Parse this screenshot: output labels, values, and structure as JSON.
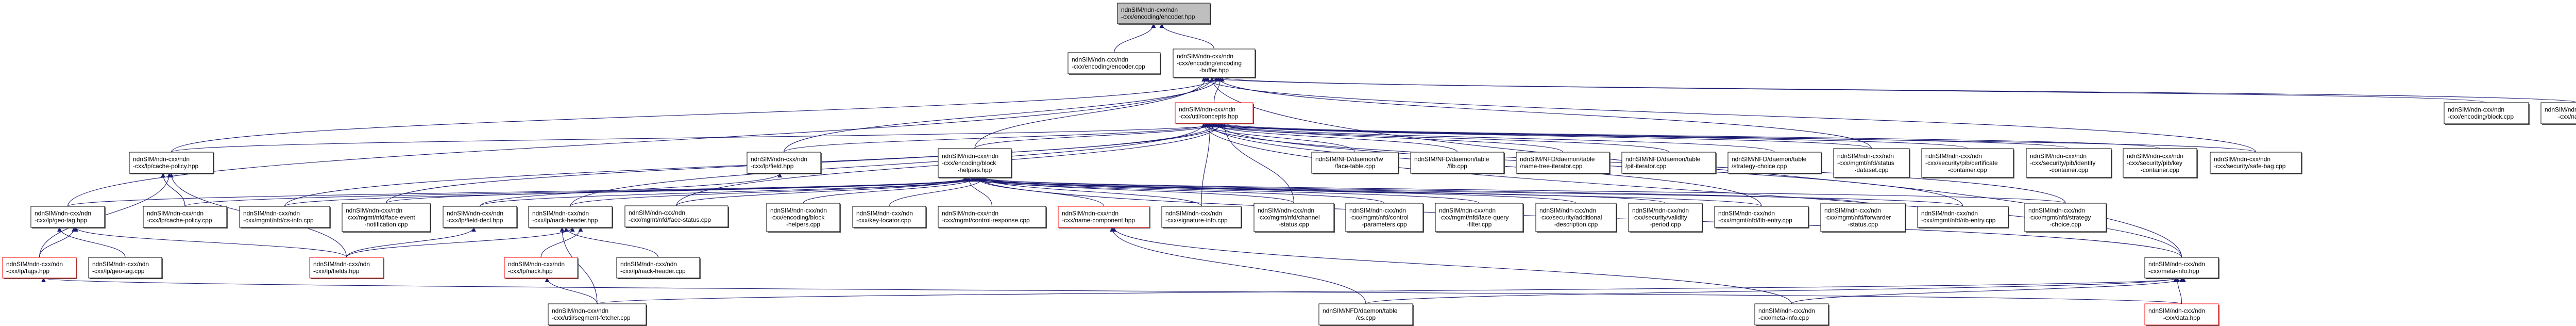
{
  "graph": {
    "edge_color": "#191970",
    "root_fill": "#bfbfbf",
    "truncated_border": "#ff0000",
    "normal_border": "#000000",
    "nodes": [
      {
        "id": "encoder_hpp",
        "kind": "root",
        "lines": [
          "ndnSIM/ndn-cxx/ndn",
          "-cxx/encoding/encoder.hpp"
        ]
      },
      {
        "id": "encoder_cpp",
        "kind": "normal",
        "lines": [
          "ndnSIM/ndn-cxx/ndn",
          "-cxx/encoding/encoder.cpp"
        ]
      },
      {
        "id": "encoding_buffer_hpp",
        "kind": "normal",
        "lines": [
          "ndnSIM/ndn-cxx/ndn",
          "-cxx/encoding/encoding",
          "-buffer.hpp"
        ]
      },
      {
        "id": "concepts_hpp",
        "kind": "truncated",
        "lines": [
          "ndnSIM/ndn-cxx/ndn",
          "-cxx/util/concepts.hpp"
        ]
      },
      {
        "id": "block_cpp",
        "kind": "normal",
        "lines": [
          "ndnSIM/ndn-cxx/ndn",
          "-cxx/encoding/block.cpp"
        ]
      },
      {
        "id": "name_cpp",
        "kind": "normal",
        "lines": [
          "ndnSIM/ndn-cxx/ndn",
          "-cxx/name.cpp"
        ]
      },
      {
        "id": "cache_policy_hpp",
        "kind": "normal",
        "lines": [
          "ndnSIM/ndn-cxx/ndn",
          "-cxx/lp/cache-policy.hpp"
        ]
      },
      {
        "id": "field_hpp",
        "kind": "normal",
        "lines": [
          "ndnSIM/ndn-cxx/ndn",
          "-cxx/lp/field.hpp"
        ]
      },
      {
        "id": "block_helpers_hpp",
        "kind": "normal",
        "lines": [
          "ndnSIM/ndn-cxx/ndn",
          "-cxx/encoding/block",
          "-helpers.hpp"
        ]
      },
      {
        "id": "fw_face_table_cpp",
        "kind": "normal",
        "lines": [
          "ndnSIM/NFD/daemon/fw",
          "/face-table.cpp"
        ]
      },
      {
        "id": "table_fib_cpp",
        "kind": "normal",
        "lines": [
          "ndnSIM/NFD/daemon/table",
          "/fib.cpp"
        ]
      },
      {
        "id": "name_tree_iterator_cpp",
        "kind": "normal",
        "lines": [
          "ndnSIM/NFD/daemon/table",
          "/name-tree-iterator.cpp"
        ]
      },
      {
        "id": "pit_iterator_cpp",
        "kind": "normal",
        "lines": [
          "ndnSIM/NFD/daemon/table",
          "/pit-iterator.cpp"
        ]
      },
      {
        "id": "table_strategy_choice_cpp",
        "kind": "normal",
        "lines": [
          "ndnSIM/NFD/daemon/table",
          "/strategy-choice.cpp"
        ]
      },
      {
        "id": "status_dataset_cpp",
        "kind": "normal",
        "lines": [
          "ndnSIM/ndn-cxx/ndn",
          "-cxx/mgmt/nfd/status",
          "-dataset.cpp"
        ]
      },
      {
        "id": "certificate_container_cpp",
        "kind": "normal",
        "lines": [
          "ndnSIM/ndn-cxx/ndn",
          "-cxx/security/pib/certificate",
          "-container.cpp"
        ]
      },
      {
        "id": "identity_container_cpp",
        "kind": "normal",
        "lines": [
          "ndnSIM/ndn-cxx/ndn",
          "-cxx/security/pib/identity",
          "-container.cpp"
        ]
      },
      {
        "id": "key_container_cpp",
        "kind": "normal",
        "lines": [
          "ndnSIM/ndn-cxx/ndn",
          "-cxx/security/pib/key",
          "-container.cpp"
        ]
      },
      {
        "id": "safe_bag_cpp",
        "kind": "normal",
        "lines": [
          "ndnSIM/ndn-cxx/ndn",
          "-cxx/security/safe-bag.cpp"
        ]
      },
      {
        "id": "geo_tag_hpp",
        "kind": "normal",
        "lines": [
          "ndnSIM/ndn-cxx/ndn",
          "-cxx/lp/geo-tag.hpp"
        ]
      },
      {
        "id": "cache_policy_cpp",
        "kind": "normal",
        "lines": [
          "ndnSIM/ndn-cxx/ndn",
          "-cxx/lp/cache-policy.cpp"
        ]
      },
      {
        "id": "cs_info_cpp",
        "kind": "normal",
        "lines": [
          "ndnSIM/ndn-cxx/ndn",
          "-cxx/mgmt/nfd/cs-info.cpp"
        ]
      },
      {
        "id": "face_event_notification_cpp",
        "kind": "normal",
        "lines": [
          "ndnSIM/ndn-cxx/ndn",
          "-cxx/mgmt/nfd/face-event",
          "-notification.cpp"
        ]
      },
      {
        "id": "field_decl_hpp",
        "kind": "normal",
        "lines": [
          "ndnSIM/ndn-cxx/ndn",
          "-cxx/lp/field-decl.hpp"
        ]
      },
      {
        "id": "nack_header_hpp",
        "kind": "normal",
        "lines": [
          "ndnSIM/ndn-cxx/ndn",
          "-cxx/lp/nack-header.hpp"
        ]
      },
      {
        "id": "face_status_cpp",
        "kind": "normal",
        "lines": [
          "ndnSIM/ndn-cxx/ndn",
          "-cxx/mgmt/nfd/face-status.cpp"
        ]
      },
      {
        "id": "block_helpers_cpp",
        "kind": "normal",
        "lines": [
          "ndnSIM/ndn-cxx/ndn",
          "-cxx/encoding/block",
          "-helpers.cpp"
        ]
      },
      {
        "id": "key_locator_cpp",
        "kind": "normal",
        "lines": [
          "ndnSIM/ndn-cxx/ndn",
          "-cxx/key-locator.cpp"
        ]
      },
      {
        "id": "control_response_cpp",
        "kind": "normal",
        "lines": [
          "ndnSIM/ndn-cxx/ndn",
          "-cxx/mgmt/control-response.cpp"
        ]
      },
      {
        "id": "name_component_hpp",
        "kind": "truncated",
        "lines": [
          "ndnSIM/ndn-cxx/ndn",
          "-cxx/name-component.hpp"
        ]
      },
      {
        "id": "signature_info_cpp",
        "kind": "normal",
        "lines": [
          "ndnSIM/ndn-cxx/ndn",
          "-cxx/signature-info.cpp"
        ]
      },
      {
        "id": "channel_status_cpp",
        "kind": "normal",
        "lines": [
          "ndnSIM/ndn-cxx/ndn",
          "-cxx/mgmt/nfd/channel",
          "-status.cpp"
        ]
      },
      {
        "id": "control_parameters_cpp",
        "kind": "normal",
        "lines": [
          "ndnSIM/ndn-cxx/ndn",
          "-cxx/mgmt/nfd/control",
          "-parameters.cpp"
        ]
      },
      {
        "id": "face_query_filter_cpp",
        "kind": "normal",
        "lines": [
          "ndnSIM/ndn-cxx/ndn",
          "-cxx/mgmt/nfd/face-query",
          "-filter.cpp"
        ]
      },
      {
        "id": "additional_description_cpp",
        "kind": "normal",
        "lines": [
          "ndnSIM/ndn-cxx/ndn",
          "-cxx/security/additional",
          "-description.cpp"
        ]
      },
      {
        "id": "validity_period_cpp",
        "kind": "normal",
        "lines": [
          "ndnSIM/ndn-cxx/ndn",
          "-cxx/security/validity",
          "-period.cpp"
        ]
      },
      {
        "id": "fib_entry_cpp",
        "kind": "normal",
        "lines": [
          "ndnSIM/ndn-cxx/ndn",
          "-cxx/mgmt/nfd/fib-entry.cpp"
        ]
      },
      {
        "id": "forwarder_status_cpp",
        "kind": "normal",
        "lines": [
          "ndnSIM/ndn-cxx/ndn",
          "-cxx/mgmt/nfd/forwarder",
          "-status.cpp"
        ]
      },
      {
        "id": "rib_entry_cpp",
        "kind": "normal",
        "lines": [
          "ndnSIM/ndn-cxx/ndn",
          "-cxx/mgmt/nfd/rib-entry.cpp"
        ]
      },
      {
        "id": "mgmt_strategy_choice_cpp",
        "kind": "normal",
        "lines": [
          "ndnSIM/ndn-cxx/ndn",
          "-cxx/mgmt/nfd/strategy",
          "-choice.cpp"
        ]
      },
      {
        "id": "tags_hpp",
        "kind": "truncated",
        "lines": [
          "ndnSIM/ndn-cxx/ndn",
          "-cxx/lp/tags.hpp"
        ]
      },
      {
        "id": "geo_tag_cpp",
        "kind": "normal",
        "lines": [
          "ndnSIM/ndn-cxx/ndn",
          "-cxx/lp/geo-tag.cpp"
        ]
      },
      {
        "id": "fields_hpp",
        "kind": "truncated",
        "lines": [
          "ndnSIM/ndn-cxx/ndn",
          "-cxx/lp/fields.hpp"
        ]
      },
      {
        "id": "nack_hpp",
        "kind": "truncated",
        "lines": [
          "ndnSIM/ndn-cxx/ndn",
          "-cxx/lp/nack.hpp"
        ]
      },
      {
        "id": "nack_header_cpp",
        "kind": "normal",
        "lines": [
          "ndnSIM/ndn-cxx/ndn",
          "-cxx/lp/nack-header.cpp"
        ]
      },
      {
        "id": "meta_info_hpp",
        "kind": "normal",
        "lines": [
          "ndnSIM/ndn-cxx/ndn",
          "-cxx/meta-info.hpp"
        ]
      },
      {
        "id": "segment_fetcher_cpp",
        "kind": "normal",
        "lines": [
          "ndnSIM/ndn-cxx/ndn",
          "-cxx/util/segment-fetcher.cpp"
        ]
      },
      {
        "id": "cs_cpp",
        "kind": "normal",
        "lines": [
          "ndnSIM/NFD/daemon/table",
          "/cs.cpp"
        ]
      },
      {
        "id": "meta_info_cpp",
        "kind": "normal",
        "lines": [
          "ndnSIM/ndn-cxx/ndn",
          "-cxx/meta-info.cpp"
        ]
      },
      {
        "id": "data_hpp",
        "kind": "truncated",
        "lines": [
          "ndnSIM/ndn-cxx/ndn",
          "-cxx/data.hpp"
        ]
      }
    ],
    "edges": [
      [
        "encoder_cpp",
        "encoder_hpp"
      ],
      [
        "encoding_buffer_hpp",
        "encoder_hpp"
      ],
      [
        "concepts_hpp",
        "encoding_buffer_hpp"
      ],
      [
        "block_helpers_hpp",
        "encoding_buffer_hpp"
      ],
      [
        "block_helpers_hpp",
        "concepts_hpp"
      ],
      [
        "block_cpp",
        "encoding_buffer_hpp"
      ],
      [
        "name_cpp",
        "encoding_buffer_hpp"
      ],
      [
        "cache_policy_hpp",
        "encoding_buffer_hpp"
      ],
      [
        "cache_policy_hpp",
        "concepts_hpp"
      ],
      [
        "field_hpp",
        "concepts_hpp"
      ],
      [
        "field_hpp",
        "encoding_buffer_hpp"
      ],
      [
        "fw_face_table_cpp",
        "concepts_hpp"
      ],
      [
        "table_fib_cpp",
        "concepts_hpp"
      ],
      [
        "name_tree_iterator_cpp",
        "concepts_hpp"
      ],
      [
        "pit_iterator_cpp",
        "concepts_hpp"
      ],
      [
        "table_strategy_choice_cpp",
        "concepts_hpp"
      ],
      [
        "status_dataset_cpp",
        "concepts_hpp"
      ],
      [
        "certificate_container_cpp",
        "concepts_hpp"
      ],
      [
        "identity_container_cpp",
        "concepts_hpp"
      ],
      [
        "key_container_cpp",
        "concepts_hpp"
      ],
      [
        "safe_bag_cpp",
        "concepts_hpp"
      ],
      [
        "status_dataset_cpp",
        "encoding_buffer_hpp"
      ],
      [
        "safe_bag_cpp",
        "encoding_buffer_hpp"
      ],
      [
        "geo_tag_hpp",
        "encoding_buffer_hpp"
      ],
      [
        "geo_tag_hpp",
        "block_helpers_hpp"
      ],
      [
        "cache_policy_cpp",
        "cache_policy_hpp"
      ],
      [
        "cache_policy_cpp",
        "block_helpers_hpp"
      ],
      [
        "cs_info_cpp",
        "concepts_hpp"
      ],
      [
        "cs_info_cpp",
        "block_helpers_hpp"
      ],
      [
        "face_event_notification_cpp",
        "concepts_hpp"
      ],
      [
        "face_event_notification_cpp",
        "block_helpers_hpp"
      ],
      [
        "field_decl_hpp",
        "field_hpp"
      ],
      [
        "field_decl_hpp",
        "block_helpers_hpp"
      ],
      [
        "nack_header_hpp",
        "concepts_hpp"
      ],
      [
        "nack_header_hpp",
        "block_helpers_hpp"
      ],
      [
        "face_status_cpp",
        "concepts_hpp"
      ],
      [
        "face_status_cpp",
        "block_helpers_hpp"
      ],
      [
        "block_helpers_cpp",
        "block_helpers_hpp"
      ],
      [
        "key_locator_cpp",
        "block_helpers_hpp"
      ],
      [
        "control_response_cpp",
        "block_helpers_hpp"
      ],
      [
        "name_component_hpp",
        "block_helpers_hpp"
      ],
      [
        "signature_info_cpp",
        "block_helpers_hpp"
      ],
      [
        "signature_info_cpp",
        "concepts_hpp"
      ],
      [
        "channel_status_cpp",
        "block_helpers_hpp"
      ],
      [
        "control_parameters_cpp",
        "block_helpers_hpp"
      ],
      [
        "face_query_filter_cpp",
        "block_helpers_hpp"
      ],
      [
        "additional_description_cpp",
        "block_helpers_hpp"
      ],
      [
        "validity_period_cpp",
        "block_helpers_hpp"
      ],
      [
        "fib_entry_cpp",
        "block_helpers_hpp"
      ],
      [
        "forwarder_status_cpp",
        "block_helpers_hpp"
      ],
      [
        "rib_entry_cpp",
        "block_helpers_hpp"
      ],
      [
        "mgmt_strategy_choice_cpp",
        "block_helpers_hpp"
      ],
      [
        "channel_status_cpp",
        "concepts_hpp"
      ],
      [
        "fib_entry_cpp",
        "concepts_hpp"
      ],
      [
        "rib_entry_cpp",
        "concepts_hpp"
      ],
      [
        "mgmt_strategy_choice_cpp",
        "concepts_hpp"
      ],
      [
        "tags_hpp",
        "cache_policy_hpp"
      ],
      [
        "tags_hpp",
        "geo_tag_hpp"
      ],
      [
        "geo_tag_cpp",
        "geo_tag_hpp"
      ],
      [
        "fields_hpp",
        "cache_policy_hpp"
      ],
      [
        "fields_hpp",
        "geo_tag_hpp"
      ],
      [
        "fields_hpp",
        "field_decl_hpp"
      ],
      [
        "fields_hpp",
        "nack_header_hpp"
      ],
      [
        "nack_hpp",
        "nack_header_hpp"
      ],
      [
        "nack_header_cpp",
        "nack_header_hpp"
      ],
      [
        "meta_info_hpp",
        "block_helpers_hpp"
      ],
      [
        "meta_info_hpp",
        "concepts_hpp"
      ],
      [
        "meta_info_hpp",
        "encoding_buffer_hpp"
      ],
      [
        "segment_fetcher_cpp",
        "nack_hpp"
      ],
      [
        "segment_fetcher_cpp",
        "nack_header_hpp"
      ],
      [
        "segment_fetcher_cpp",
        "meta_info_hpp"
      ],
      [
        "cs_cpp",
        "name_component_hpp"
      ],
      [
        "cs_cpp",
        "meta_info_hpp"
      ],
      [
        "meta_info_cpp",
        "meta_info_hpp"
      ],
      [
        "meta_info_cpp",
        "name_component_hpp"
      ],
      [
        "data_hpp",
        "meta_info_hpp"
      ],
      [
        "data_hpp",
        "tags_hpp"
      ]
    ]
  }
}
